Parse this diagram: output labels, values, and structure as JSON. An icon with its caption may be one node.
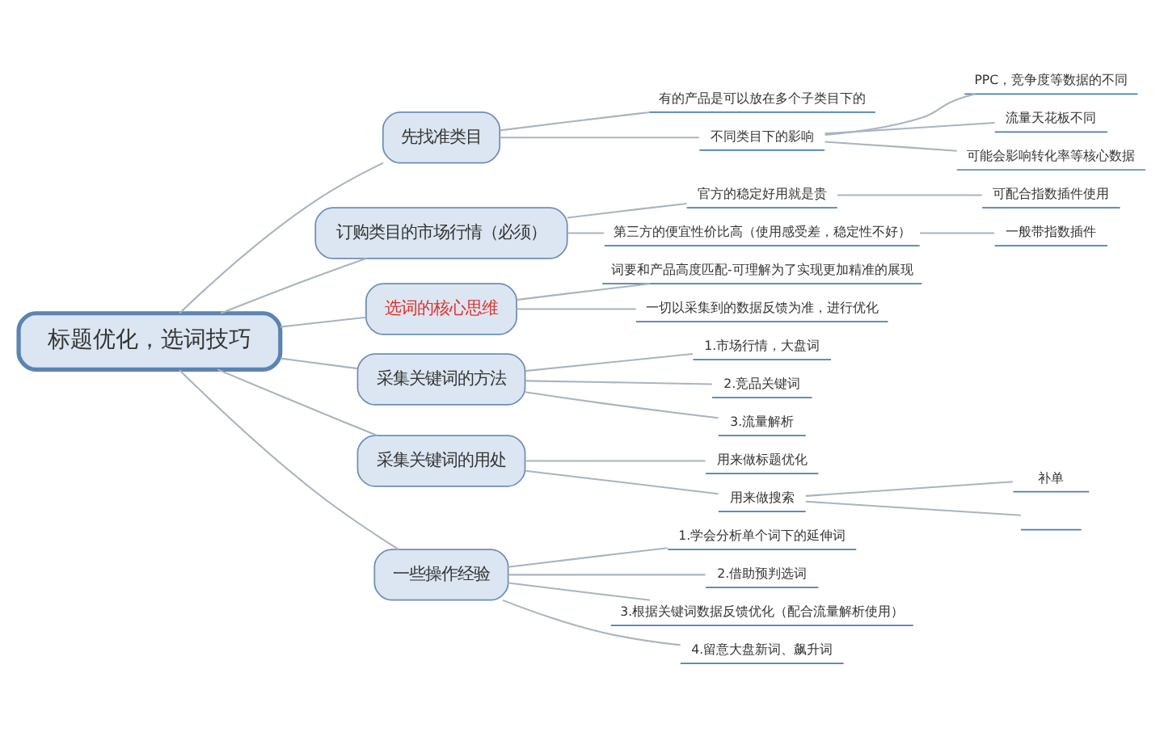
{
  "diagram": {
    "nodes": [
      {
        "text": [
          "标题优化，选词技巧"
        ]
      },
      {
        "text": [
          "先找准类目"
        ]
      },
      {
        "text": [
          "有的产品是可以放在多个子类目下的"
        ]
      },
      {
        "text": [
          "不同类目下的影响"
        ]
      },
      {
        "text": [
          "PPC，竞争度等数据的不同"
        ]
      },
      {
        "text": [
          "流量天花板不同"
        ]
      },
      {
        "text": [
          "可能会影响转化率等核心数据"
        ]
      },
      {
        "text": [
          "订购类目的市场行情（必须）"
        ]
      },
      {
        "text": [
          "官方的稳定好用就是贵"
        ]
      },
      {
        "text": [
          "可配合指数插件使用"
        ]
      },
      {
        "text": [
          "第三方的便宜性价比高（使用感受差，稳定性不好）"
        ]
      },
      {
        "text": [
          "一般带指数插件"
        ]
      },
      {
        "text": [
          "选词的核心思维"
        ]
      },
      {
        "text": [
          "词要和产品高度匹配-可理解为了实现更加精准的展现"
        ]
      },
      {
        "text": [
          "一切以采集到的数据反馈为准，进行优化"
        ]
      },
      {
        "text": [
          "采集关键词的方法"
        ]
      },
      {
        "text": [
          "1.市场行情，大盘词"
        ]
      },
      {
        "text": [
          "2.竞品关键词"
        ]
      },
      {
        "text": [
          "3.流量解析"
        ]
      },
      {
        "text": [
          "采集关键词的用处"
        ]
      },
      {
        "text": [
          "用来做标题优化"
        ]
      },
      {
        "text": [
          "用来做搜索"
        ]
      },
      {
        "text": [
          "补单"
        ]
      },
      {
        "text": [],
        "shape": "bar"
      },
      {
        "text": [
          "一些操作经验"
        ]
      },
      {
        "text": [
          "1.学会分析单个词下的延伸词"
        ]
      },
      {
        "text": [
          "2.借助预判选词"
        ]
      },
      {
        "text": [
          "3.根据关键词数据反馈优化（配合流量解析使用）"
        ]
      },
      {
        "text": [
          "4.留意大盘新词、飙升词"
        ]
      }
    ],
    "edges": [
      {
        "from": 0,
        "to": 1,
        "arrow": "none"
      },
      {
        "from": 1,
        "to": 2,
        "arrow": "none"
      },
      {
        "from": 1,
        "to": 3,
        "arrow": "none"
      },
      {
        "from": 3,
        "to": 4,
        "arrow": "none"
      },
      {
        "from": 3,
        "to": 5,
        "arrow": "none"
      },
      {
        "from": 3,
        "to": 6,
        "arrow": "none"
      },
      {
        "from": 0,
        "to": 7,
        "arrow": "none"
      },
      {
        "from": 7,
        "to": 8,
        "arrow": "none"
      },
      {
        "from": 8,
        "to": 9,
        "arrow": "none"
      },
      {
        "from": 7,
        "to": 10,
        "arrow": "none"
      },
      {
        "from": 10,
        "to": 11,
        "arrow": "none"
      },
      {
        "from": 0,
        "to": 12,
        "arrow": "none"
      },
      {
        "from": 12,
        "to": 13,
        "arrow": "none"
      },
      {
        "from": 12,
        "to": 14,
        "arrow": "none"
      },
      {
        "from": 0,
        "to": 15,
        "arrow": "none"
      },
      {
        "from": 15,
        "to": 16,
        "arrow": "none"
      },
      {
        "from": 15,
        "to": 17,
        "arrow": "none"
      },
      {
        "from": 15,
        "to": 18,
        "arrow": "none"
      },
      {
        "from": 0,
        "to": 19,
        "arrow": "none"
      },
      {
        "from": 19,
        "to": 20,
        "arrow": "none"
      },
      {
        "from": 19,
        "to": 21,
        "arrow": "none"
      },
      {
        "from": 21,
        "to": 22,
        "arrow": "none"
      },
      {
        "from": 21,
        "to": 23,
        "arrow": "none"
      },
      {
        "from": 0,
        "to": 24,
        "arrow": "none"
      },
      {
        "from": 24,
        "to": 25,
        "arrow": "none"
      },
      {
        "from": 24,
        "to": 26,
        "arrow": "none"
      },
      {
        "from": 24,
        "to": 27,
        "arrow": "none"
      },
      {
        "from": 24,
        "to": 28,
        "arrow": "none"
      }
    ]
  }
}
